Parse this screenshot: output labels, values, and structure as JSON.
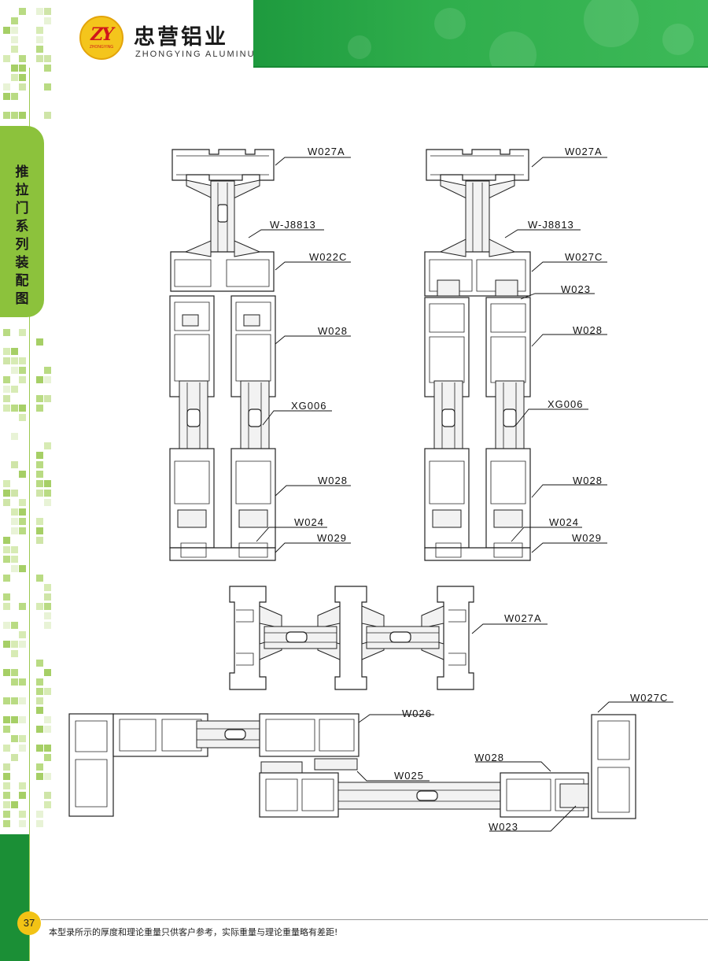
{
  "brand": {
    "logo_text": "ZY",
    "logo_subtext": "ZHONGYING",
    "name_cn": "忠营铝业",
    "name_en": "ZHONGYING ALUMINUM"
  },
  "side_title": "推拉门系列装配图",
  "page_number": "37",
  "footnote": "本型录所示的厚度和理论重量只供客户参考，实际重量与理论重量略有差距!",
  "labels": {
    "left_w027a": "W027A",
    "left_wj8813": "W-J8813",
    "left_w022c": "W022C",
    "left_w028_top": "W028",
    "left_xg006": "XG006",
    "left_w028_bottom": "W028",
    "left_w024": "W024",
    "left_w029": "W029",
    "right_w027a": "W027A",
    "right_wj8813": "W-J8813",
    "right_w027c": "W027C",
    "right_w023": "W023",
    "right_w028_top": "W028",
    "right_xg006": "XG006",
    "right_w028_bottom": "W028",
    "right_w024": "W024",
    "right_w029": "W029",
    "mid_w027a": "W027A",
    "bot_w027c": "W027C",
    "bot_w026": "W026",
    "bot_w028": "W028",
    "bot_w025": "W025",
    "bot_w023": "W023"
  },
  "colors": {
    "green_header": "#2fae4c",
    "green_side": "#8cc23c",
    "logo_yellow": "#f4c51c",
    "logo_red": "#d0161b"
  }
}
